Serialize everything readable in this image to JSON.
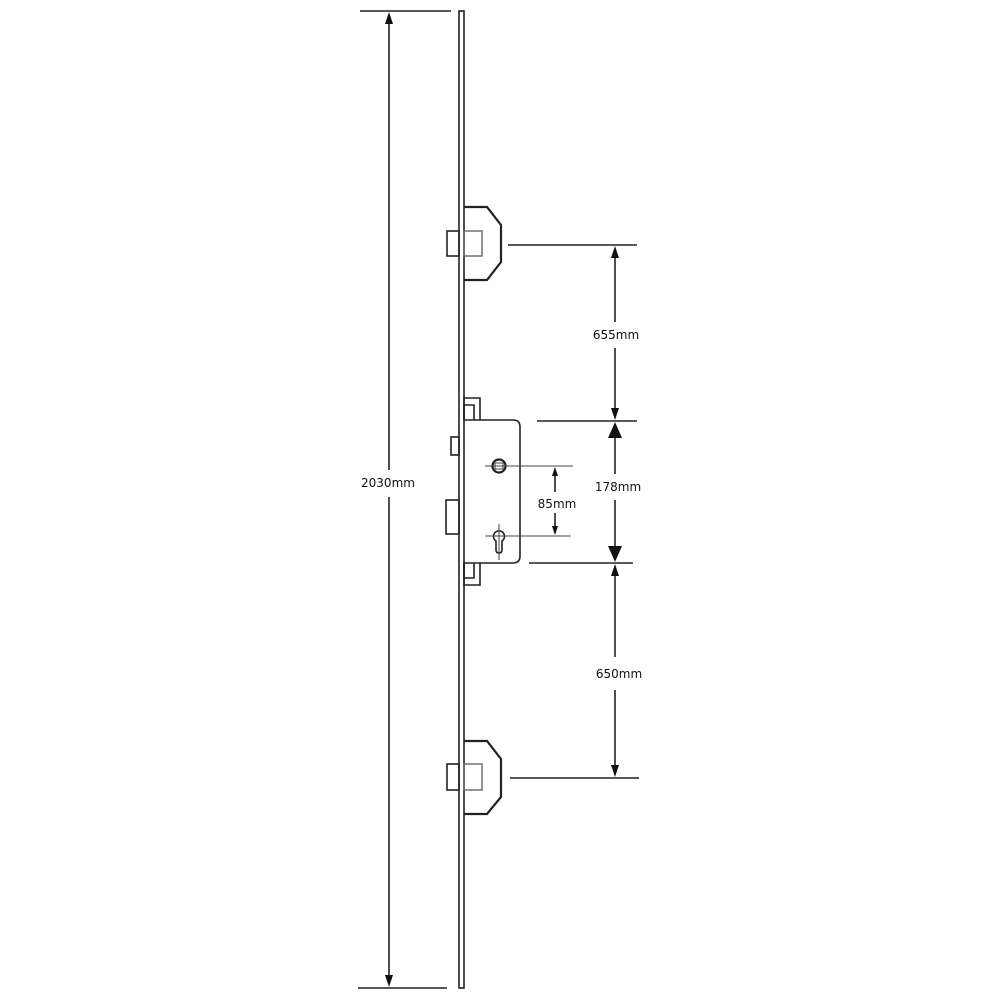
{
  "diagram": {
    "subject": "multipoint door lock",
    "colors": {
      "line": "#222222",
      "background": "#ffffff"
    },
    "dimensions": {
      "overall_length": {
        "label": "2030mm"
      },
      "top_hook_to_case": {
        "label": "655mm"
      },
      "case_height": {
        "label": "178mm"
      },
      "centres": {
        "label": "85mm"
      },
      "case_to_bottom_hook": {
        "label": "650mm"
      }
    },
    "components": [
      {
        "name": "faceplate"
      },
      {
        "name": "top-hook-bolt"
      },
      {
        "name": "gearbox-case"
      },
      {
        "name": "spindle-hole"
      },
      {
        "name": "euro-cylinder-hole"
      },
      {
        "name": "latch"
      },
      {
        "name": "deadbolt"
      },
      {
        "name": "bottom-hook-bolt"
      }
    ]
  }
}
